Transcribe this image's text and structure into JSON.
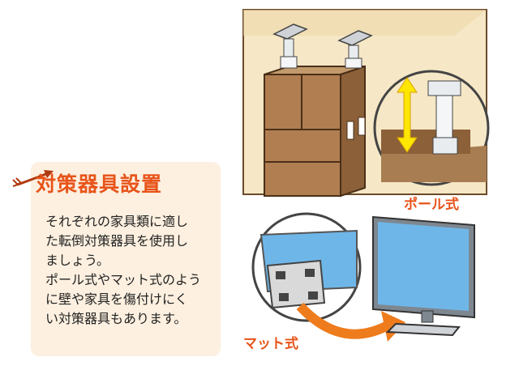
{
  "title": "対策器具設置",
  "body_lines": [
    "それぞれの家具類に適し",
    "た転倒対策器具を使用し",
    "ましょう。",
    "ポール式やマット式のよう",
    "に壁や家具を傷付けにく",
    "い対策器具もあります。"
  ],
  "labels": {
    "pole": "ポール式",
    "mat": "マット式"
  },
  "colors": {
    "accent": "#e8541a",
    "wall": "#f6e7c6",
    "wood": "#a87d52",
    "screen": "#6fb6e8",
    "arrow": "#ee7b1c",
    "highlight": "#ffe600"
  },
  "icons": [
    "arrow-icon",
    "cabinet-icon",
    "pole-icon",
    "monitor-icon",
    "mat-icon"
  ]
}
